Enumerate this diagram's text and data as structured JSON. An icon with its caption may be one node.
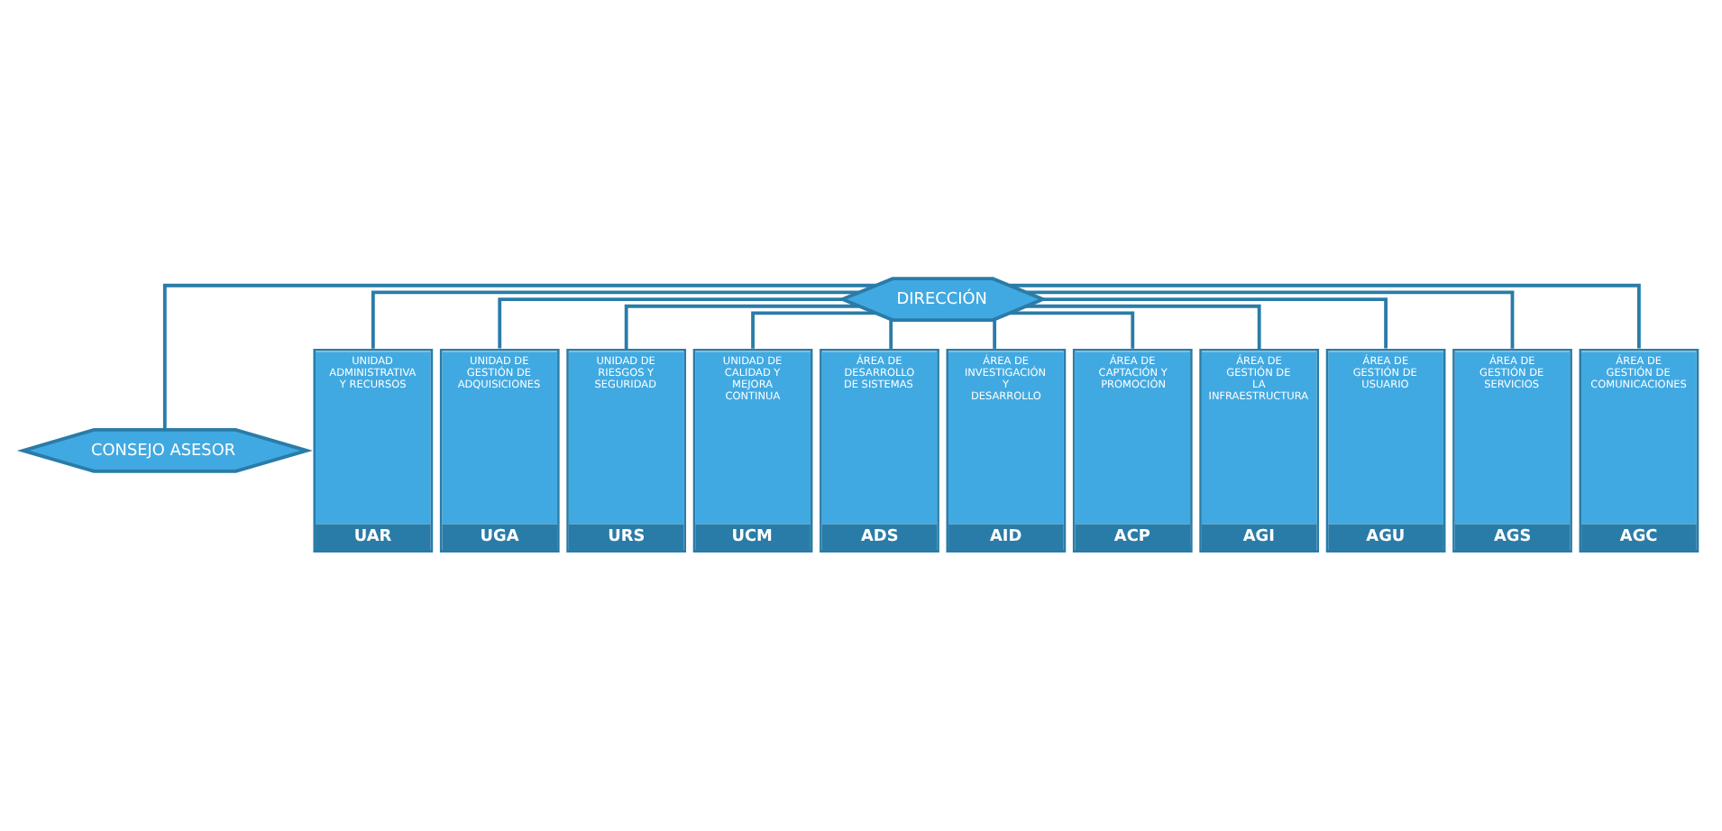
{
  "diagram": {
    "nodes": [
      {
        "text": [
          "DIRECCIÓN"
        ]
      },
      {
        "text": [
          "CONSEJO ASESOR"
        ]
      },
      {
        "text": [
          "UNIDAD ADMINISTRATIVA Y RECURSOS",
          "UAR"
        ]
      },
      {
        "text": [
          "UNIDAD DE GESTIÓN DE ADQUISICIONES",
          "UGA"
        ]
      },
      {
        "text": [
          "UNIDAD DE RIESGOS Y SEGURIDAD",
          "URS"
        ]
      },
      {
        "text": [
          "UNIDAD DE CALIDAD Y MEJORA CONTINUA",
          "UCM"
        ]
      },
      {
        "text": [
          "ÁREA DE DESARROLLO DE SISTEMAS",
          "ADS"
        ]
      },
      {
        "text": [
          "ÁREA DE INVESTIGACIÓN Y DESARROLLO",
          "AID"
        ]
      },
      {
        "text": [
          "ÁREA DE CAPTACIÓN Y PROMOCIÓN",
          "ACP"
        ]
      },
      {
        "text": [
          "ÁREA DE GESTIÓN DE LA INFRAESTRUCTURA",
          "AGI"
        ]
      },
      {
        "text": [
          "ÁREA DE GESTIÓN DE USUARIO",
          "AGU"
        ]
      },
      {
        "text": [
          "ÁREA DE GESTIÓN DE SERVICIOS",
          "AGS"
        ]
      },
      {
        "text": [
          "ÁREA DE GESTIÓN DE COMUNICACIONES",
          "AGC"
        ]
      }
    ],
    "edges": [
      {
        "from": 0,
        "to": 1,
        "arrow": "none"
      },
      {
        "from": 0,
        "to": 2,
        "arrow": "none"
      },
      {
        "from": 0,
        "to": 3,
        "arrow": "none"
      },
      {
        "from": 0,
        "to": 4,
        "arrow": "none"
      },
      {
        "from": 0,
        "to": 5,
        "arrow": "none"
      },
      {
        "from": 0,
        "to": 6,
        "arrow": "none"
      },
      {
        "from": 0,
        "to": 7,
        "arrow": "none"
      },
      {
        "from": 0,
        "to": 8,
        "arrow": "none"
      },
      {
        "from": 0,
        "to": 9,
        "arrow": "none"
      },
      {
        "from": 0,
        "to": 10,
        "arrow": "none"
      },
      {
        "from": 0,
        "to": 11,
        "arrow": "none"
      },
      {
        "from": 0,
        "to": 12,
        "arrow": "none"
      }
    ]
  }
}
